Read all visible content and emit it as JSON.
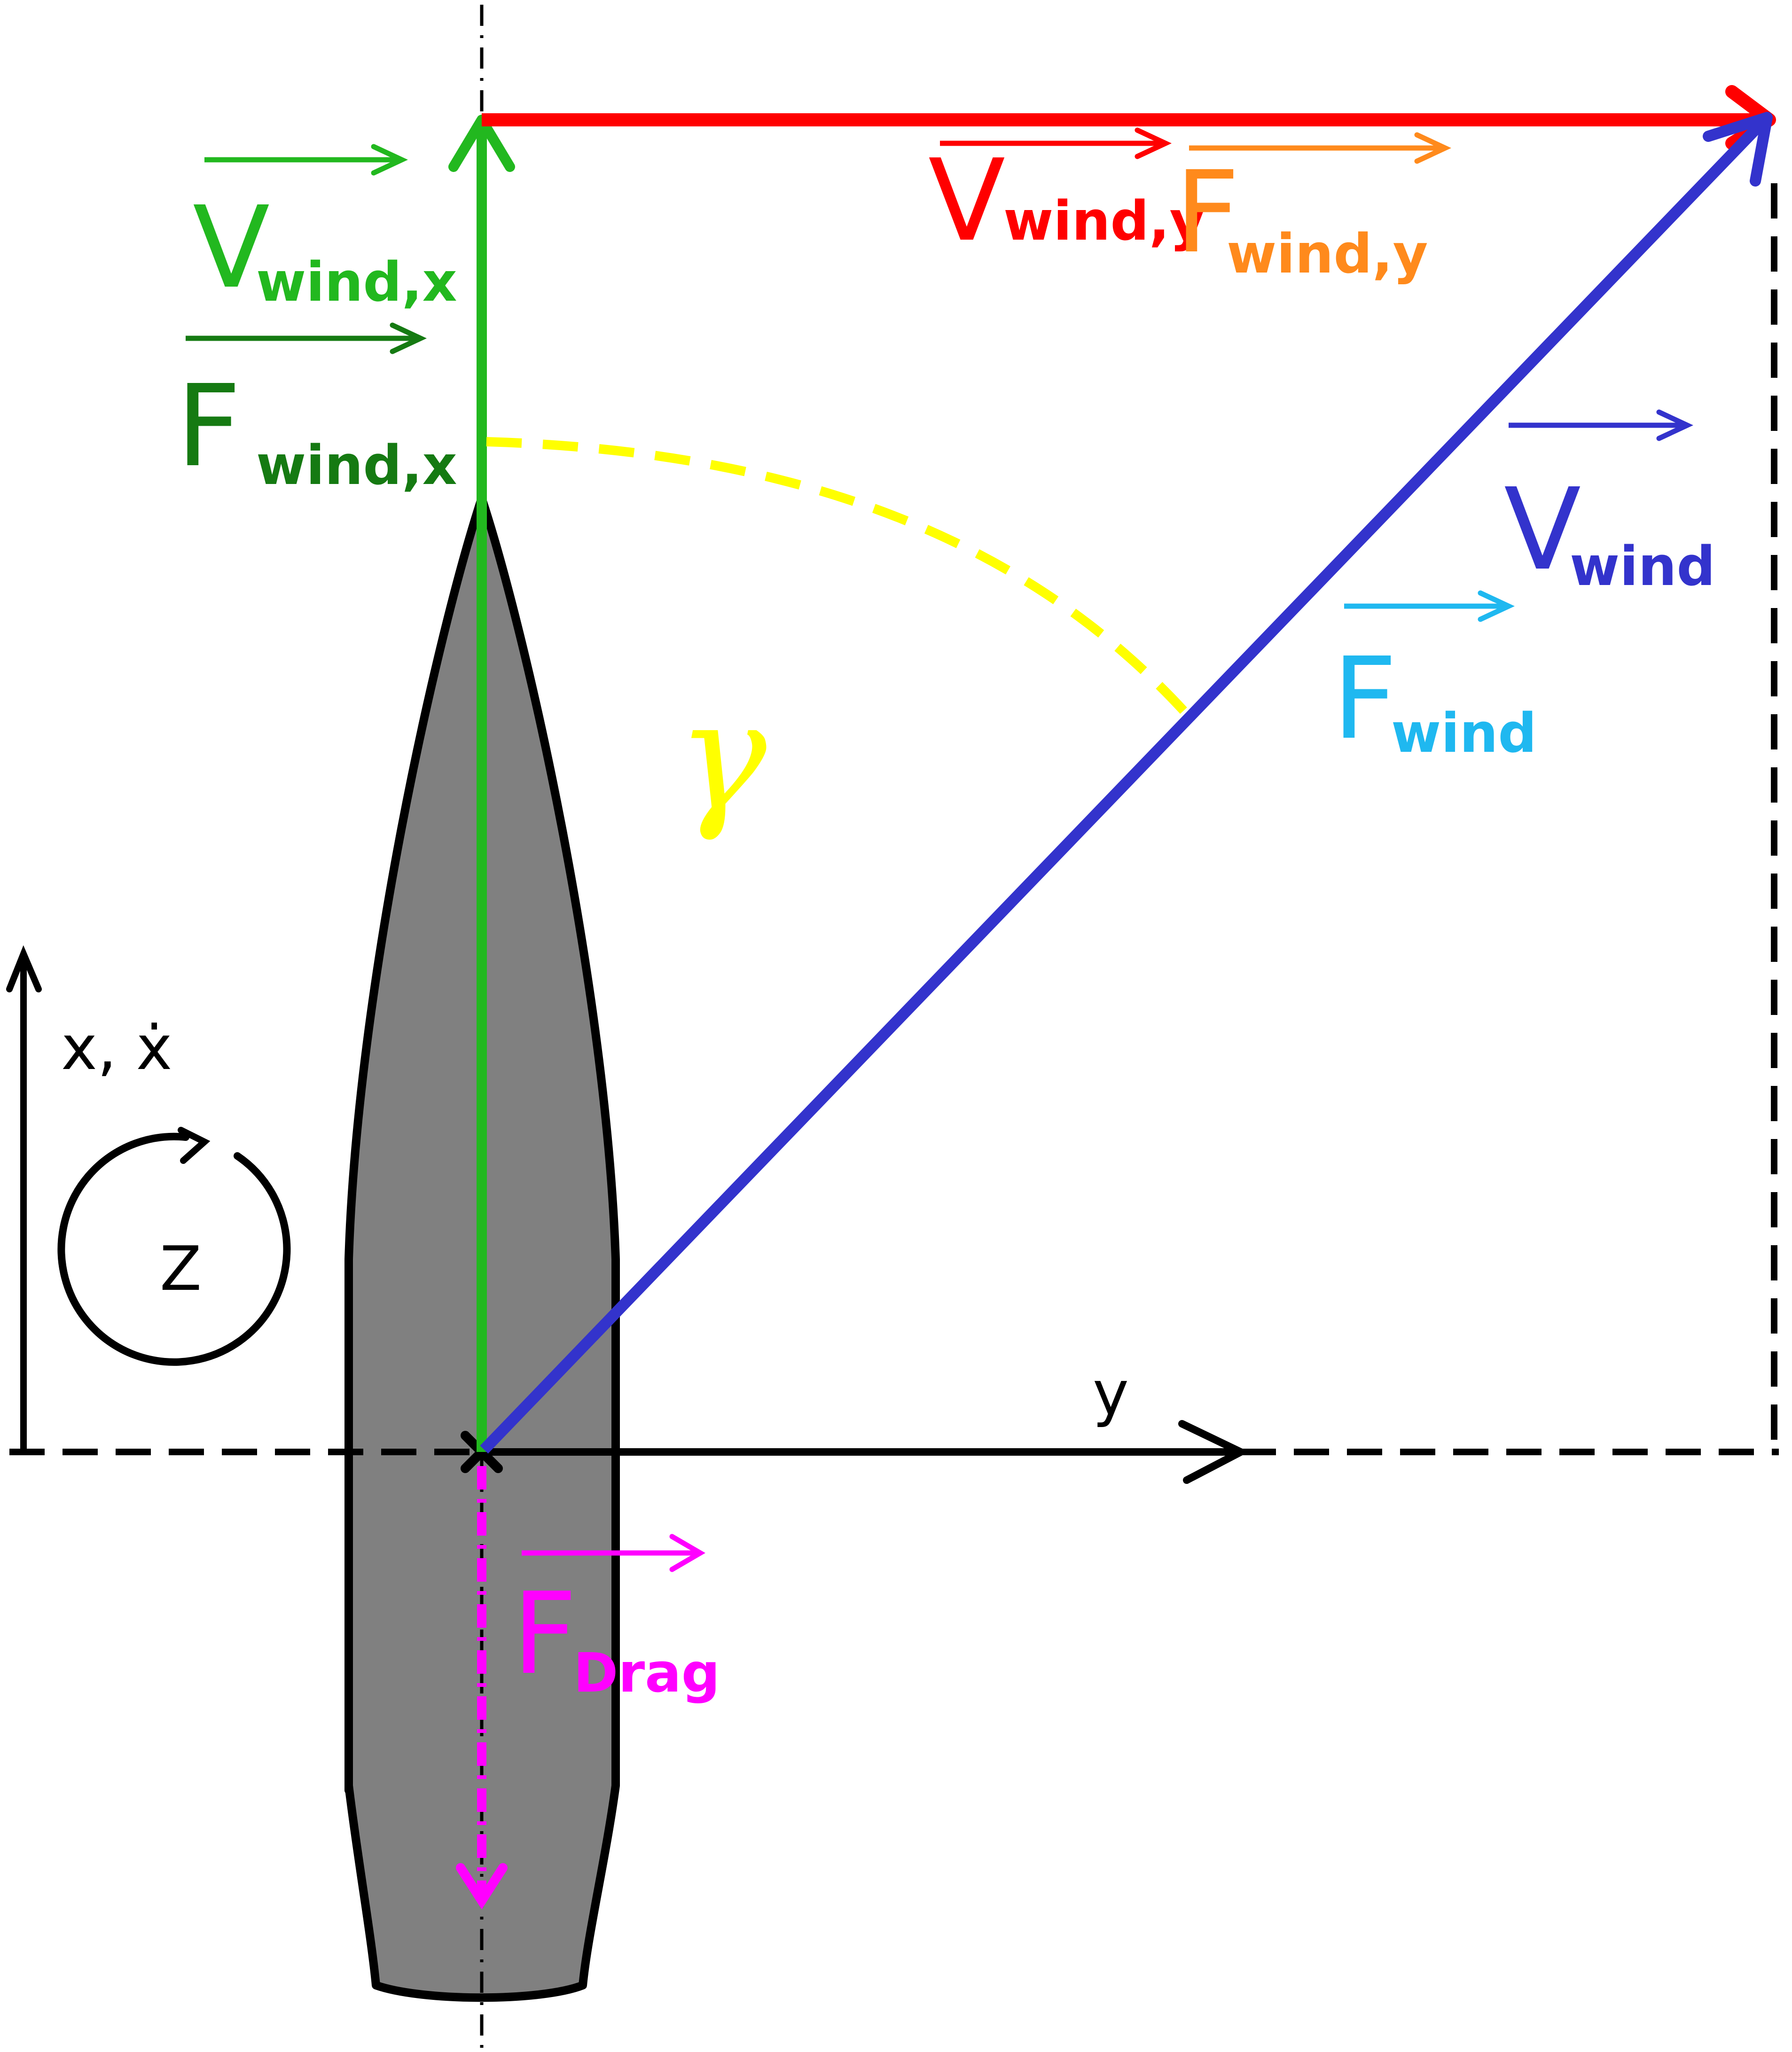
{
  "colors": {
    "body_fill": "#808080",
    "outline": "#000000",
    "v_wind_x": "#22b81f",
    "f_wind_x": "#157a12",
    "v_wind_y": "#ff0000",
    "f_wind_y": "#ff8a1c",
    "v_wind": "#3333cc",
    "f_wind": "#1fb8f0",
    "f_drag": "#ff00ff",
    "gamma": "#ffff00"
  },
  "labels": {
    "v_wind_x": {
      "main": "V",
      "sub": "wind,x"
    },
    "f_wind_x": {
      "main": "F",
      "sub": "wind,x"
    },
    "v_wind_y": {
      "main": "V",
      "sub": "wind,y"
    },
    "f_wind_y": {
      "main": "F",
      "sub": "wind,y"
    },
    "v_wind": {
      "main": "V",
      "sub": "wind"
    },
    "f_wind": {
      "main": "F",
      "sub": "wind"
    },
    "f_drag": {
      "main": "F",
      "sub": "Drag"
    },
    "angle": "γ",
    "axis_x": "x, ẋ",
    "axis_y": "y",
    "axis_z": "Z"
  }
}
